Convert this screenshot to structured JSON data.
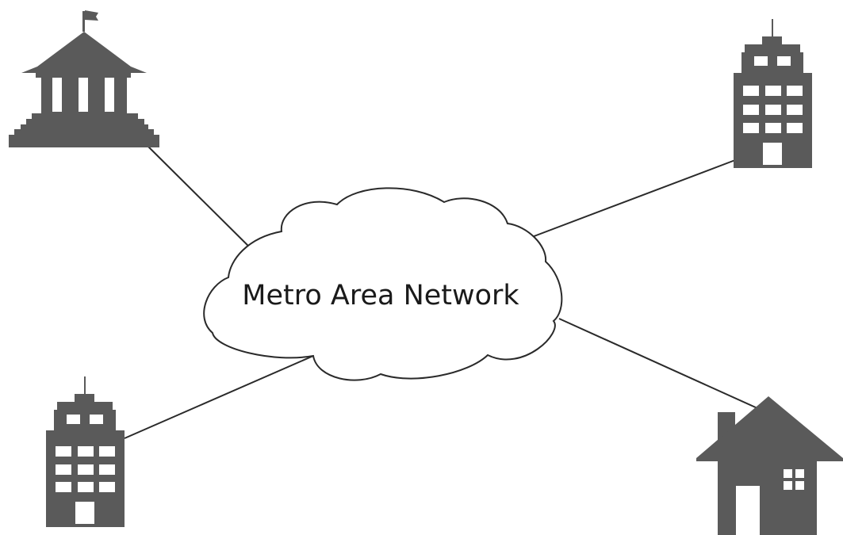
{
  "network": {
    "label": "Metro Area Network"
  },
  "nodes": [
    {
      "name": "government-building",
      "icon": "government-building-icon"
    },
    {
      "name": "office-building-top-right",
      "icon": "office-building-icon"
    },
    {
      "name": "office-building-bottom-left",
      "icon": "office-building-icon"
    },
    {
      "name": "house",
      "icon": "house-icon"
    }
  ],
  "colors": {
    "icon_fill": "#5a5a5a",
    "window_fill": "#ffffff",
    "line": "#2a2a2a",
    "cloud_stroke": "#2a2a2a",
    "cloud_fill": "#ffffff",
    "background": "#ffffff"
  }
}
